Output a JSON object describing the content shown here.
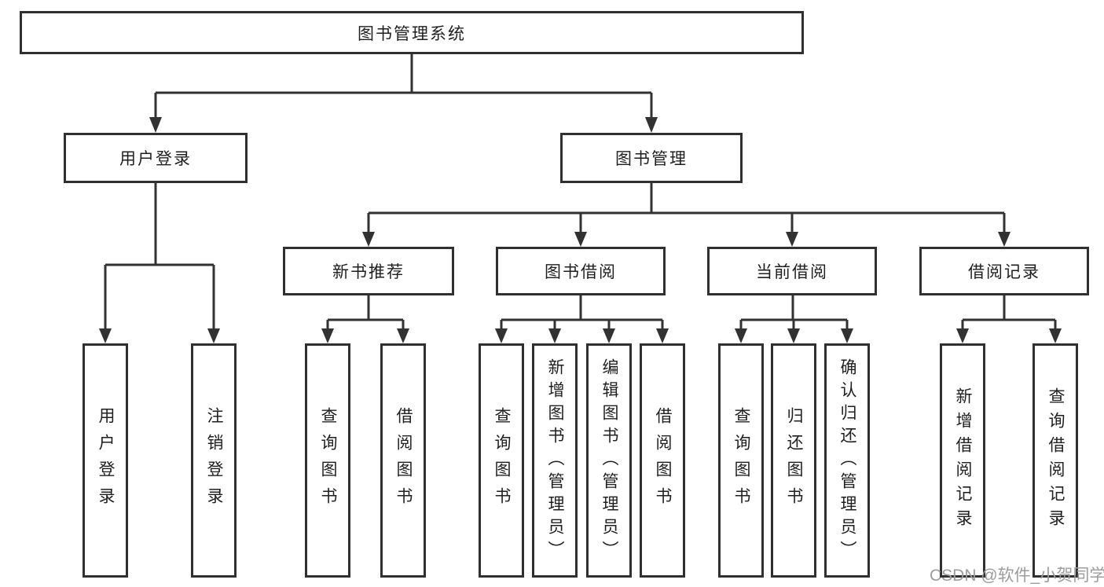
{
  "tree": {
    "root": "图书管理系统",
    "userLogin": {
      "label": "用户登录",
      "children": [
        "用户登录",
        "注销登录"
      ]
    },
    "bookMgmt": {
      "label": "图书管理",
      "groups": [
        {
          "label": "新书推荐",
          "children": [
            "查询图书",
            "借阅图书"
          ]
        },
        {
          "label": "图书借阅",
          "children": [
            "查询图书",
            "新增图书（管理员）",
            "编辑图书（管理员）",
            "借阅图书"
          ]
        },
        {
          "label": "当前借阅",
          "children": [
            "查询图书",
            "归还图书",
            "确认归还（管理员）"
          ]
        },
        {
          "label": "借阅记录",
          "children": [
            "新增借阅记录",
            "查询借阅记录"
          ]
        }
      ]
    }
  },
  "watermark": {
    "text": "CSDN @软件_小贺同学"
  },
  "colors": {
    "line": "#323232",
    "border": "#303030",
    "text": "#1f1f1f",
    "watermark": "#9c9c9c",
    "background": "#ffffff"
  }
}
